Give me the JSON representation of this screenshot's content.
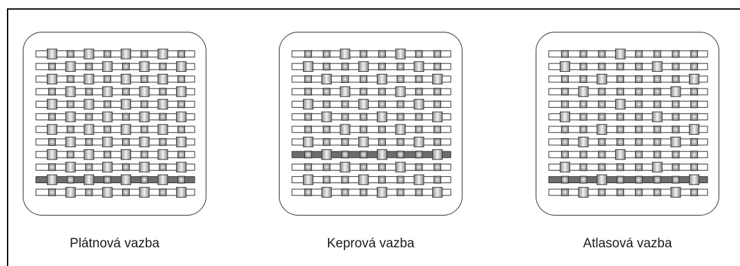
{
  "panels": [
    {
      "id": "plain",
      "caption": "Plátnová vazba",
      "weave_rows": [
        [
          1,
          0,
          1,
          0,
          1,
          0,
          1,
          0
        ],
        [
          0,
          1,
          0,
          1,
          0,
          1,
          0,
          1
        ],
        [
          1,
          0,
          1,
          0,
          1,
          0,
          1,
          0
        ],
        [
          0,
          1,
          0,
          1,
          0,
          1,
          0,
          1
        ],
        [
          1,
          0,
          1,
          0,
          1,
          0,
          1,
          0
        ],
        [
          0,
          1,
          0,
          1,
          0,
          1,
          0,
          1
        ],
        [
          1,
          0,
          1,
          0,
          1,
          0,
          1,
          0
        ],
        [
          0,
          1,
          0,
          1,
          0,
          1,
          0,
          1
        ],
        [
          1,
          0,
          1,
          0,
          1,
          0,
          1,
          0
        ],
        [
          0,
          1,
          0,
          1,
          0,
          1,
          0,
          1
        ],
        [
          1,
          0,
          1,
          0,
          1,
          0,
          1,
          0
        ],
        [
          0,
          1,
          0,
          1,
          0,
          1,
          0,
          1
        ]
      ],
      "highlight_row": 10
    },
    {
      "id": "twill",
      "caption": "Keprová vazba",
      "weave_rows": [
        [
          0,
          0,
          1,
          0,
          0,
          1,
          0,
          0
        ],
        [
          1,
          0,
          0,
          1,
          0,
          0,
          1,
          0
        ],
        [
          0,
          1,
          0,
          0,
          1,
          0,
          0,
          1
        ],
        [
          0,
          0,
          1,
          0,
          0,
          1,
          0,
          0
        ],
        [
          1,
          0,
          0,
          1,
          0,
          0,
          1,
          0
        ],
        [
          0,
          1,
          0,
          0,
          1,
          0,
          0,
          1
        ],
        [
          0,
          0,
          1,
          0,
          0,
          1,
          0,
          0
        ],
        [
          1,
          0,
          0,
          1,
          0,
          0,
          1,
          0
        ],
        [
          0,
          1,
          0,
          0,
          1,
          0,
          0,
          1
        ],
        [
          0,
          0,
          1,
          0,
          0,
          1,
          0,
          0
        ],
        [
          1,
          0,
          0,
          1,
          0,
          0,
          1,
          0
        ],
        [
          0,
          1,
          0,
          0,
          1,
          0,
          0,
          1
        ]
      ],
      "highlight_row": 8
    },
    {
      "id": "satin",
      "caption": "Atlasová vazba",
      "weave_rows": [
        [
          0,
          0,
          0,
          1,
          0,
          0,
          0,
          0
        ],
        [
          1,
          0,
          0,
          0,
          0,
          1,
          0,
          0
        ],
        [
          0,
          0,
          1,
          0,
          0,
          0,
          0,
          1
        ],
        [
          0,
          1,
          0,
          0,
          0,
          0,
          1,
          0
        ],
        [
          0,
          0,
          0,
          1,
          0,
          0,
          0,
          0
        ],
        [
          1,
          0,
          0,
          0,
          0,
          1,
          0,
          0
        ],
        [
          0,
          0,
          1,
          0,
          0,
          0,
          0,
          1
        ],
        [
          0,
          1,
          0,
          0,
          0,
          0,
          1,
          0
        ],
        [
          0,
          0,
          0,
          1,
          0,
          0,
          0,
          0
        ],
        [
          1,
          0,
          0,
          0,
          0,
          1,
          0,
          0
        ],
        [
          0,
          0,
          1,
          0,
          0,
          0,
          0,
          1
        ],
        [
          0,
          1,
          0,
          0,
          0,
          0,
          1,
          0
        ]
      ],
      "highlight_row": 10
    }
  ],
  "colors": {
    "frame": "#111111",
    "warp_light": "#f2f2f2",
    "warp_dark": "#8c8c8c",
    "weft_stroke": "#333333",
    "weft_fill": "#ffffff",
    "highlight": "#6e6e6e"
  }
}
